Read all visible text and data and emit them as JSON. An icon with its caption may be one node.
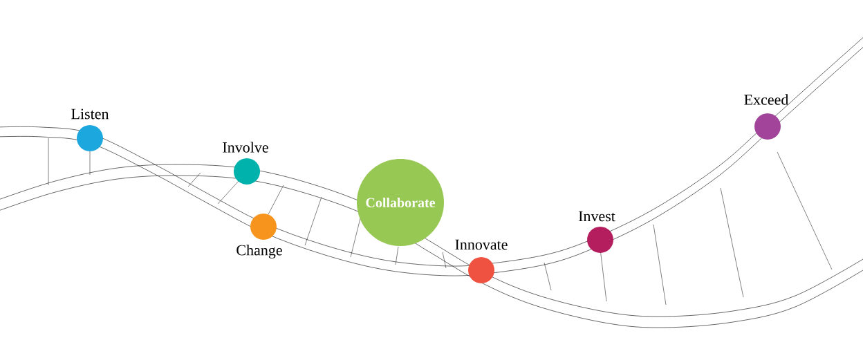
{
  "diagram": {
    "nodes": [
      {
        "text": [],
        "shape": "circle",
        "beside": [
          "Listen"
        ]
      },
      {
        "text": [],
        "shape": "circle",
        "beside": [
          "Involve"
        ]
      },
      {
        "text": [],
        "shape": "circle",
        "beside": [
          "Change"
        ]
      },
      {
        "text": [
          "Collaborate"
        ]
      },
      {
        "text": [],
        "shape": "circle",
        "beside": [
          "Innovate"
        ]
      },
      {
        "text": [],
        "shape": "circle",
        "beside": [
          "Invest"
        ]
      },
      {
        "text": [],
        "shape": "circle",
        "beside": [
          "Exceed"
        ]
      }
    ]
  }
}
